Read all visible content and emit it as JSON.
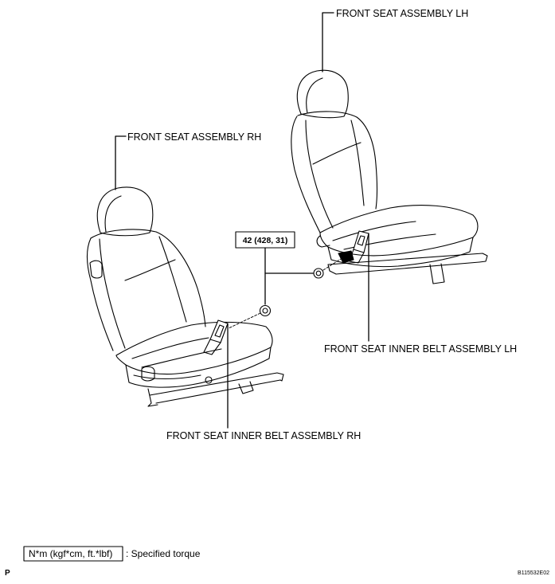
{
  "labels": {
    "seat_lh": "FRONT SEAT ASSEMBLY LH",
    "seat_rh": "FRONT SEAT ASSEMBLY RH",
    "belt_lh": "FRONT SEAT INNER BELT ASSEMBLY LH",
    "belt_rh": "FRONT SEAT INNER BELT ASSEMBLY RH",
    "torque": "42 (428, 31)"
  },
  "legend": {
    "unit_box": "N*m (kgf*cm, ft.*lbf)",
    "description": ": Specified torque"
  },
  "footer": {
    "page_marker": "P",
    "figure_id": "B115532E02"
  },
  "colors": {
    "line": "#000000",
    "background": "#ffffff"
  }
}
